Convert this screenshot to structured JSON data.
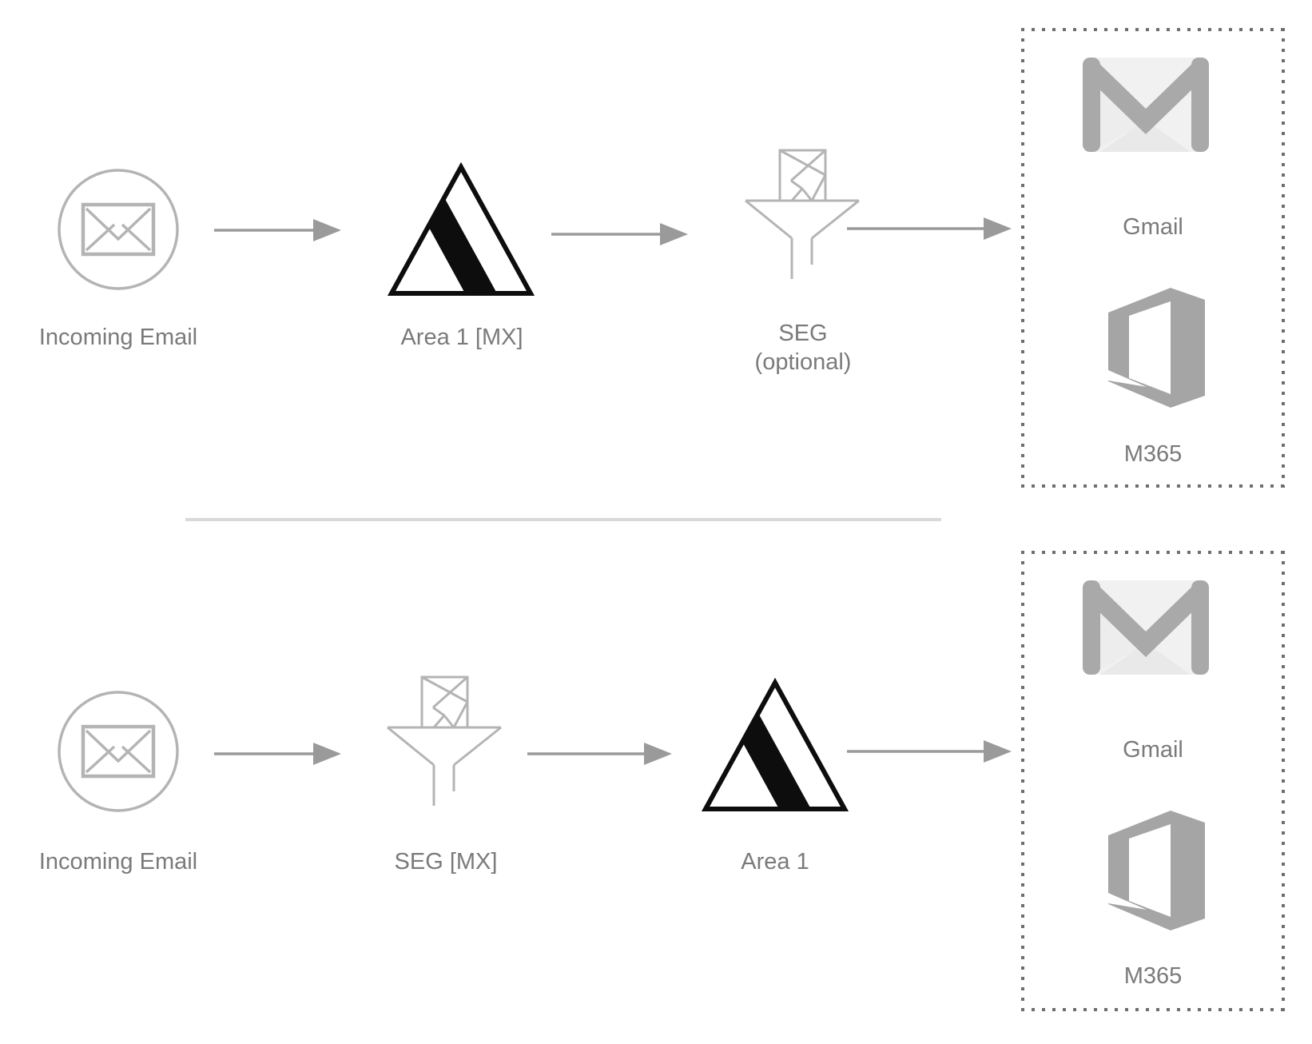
{
  "diagram_type": "email-routing-flow",
  "colors": {
    "background": "#ffffff",
    "label_text": "#7a7a7a",
    "outline_icons": "#b4b4b4",
    "arrow": "#9a9a9a",
    "area1_logo": "#0d0d0d",
    "gmail_gray": "#a9a9a9",
    "gmail_body": "#f1f1f1",
    "m365_gray": "#a5a5a5",
    "dotted_border": "#6e6e6e",
    "divider": "#d9d9d9"
  },
  "row1": {
    "incoming": {
      "label": "Incoming Email",
      "icon": "envelope-circle-icon"
    },
    "area1": {
      "label": "Area 1 [MX]",
      "icon": "area1-triangle-icon"
    },
    "seg": {
      "label": "SEG",
      "sublabel": "(optional)",
      "icon": "funnel-email-icon"
    },
    "destinations": {
      "gmail": "Gmail",
      "m365": "M365"
    }
  },
  "row2": {
    "incoming": {
      "label": "Incoming Email",
      "icon": "envelope-circle-icon"
    },
    "seg": {
      "label": "SEG [MX]",
      "icon": "funnel-email-icon"
    },
    "area1": {
      "label": "Area 1",
      "icon": "area1-triangle-icon"
    },
    "destinations": {
      "gmail": "Gmail",
      "m365": "M365"
    }
  }
}
